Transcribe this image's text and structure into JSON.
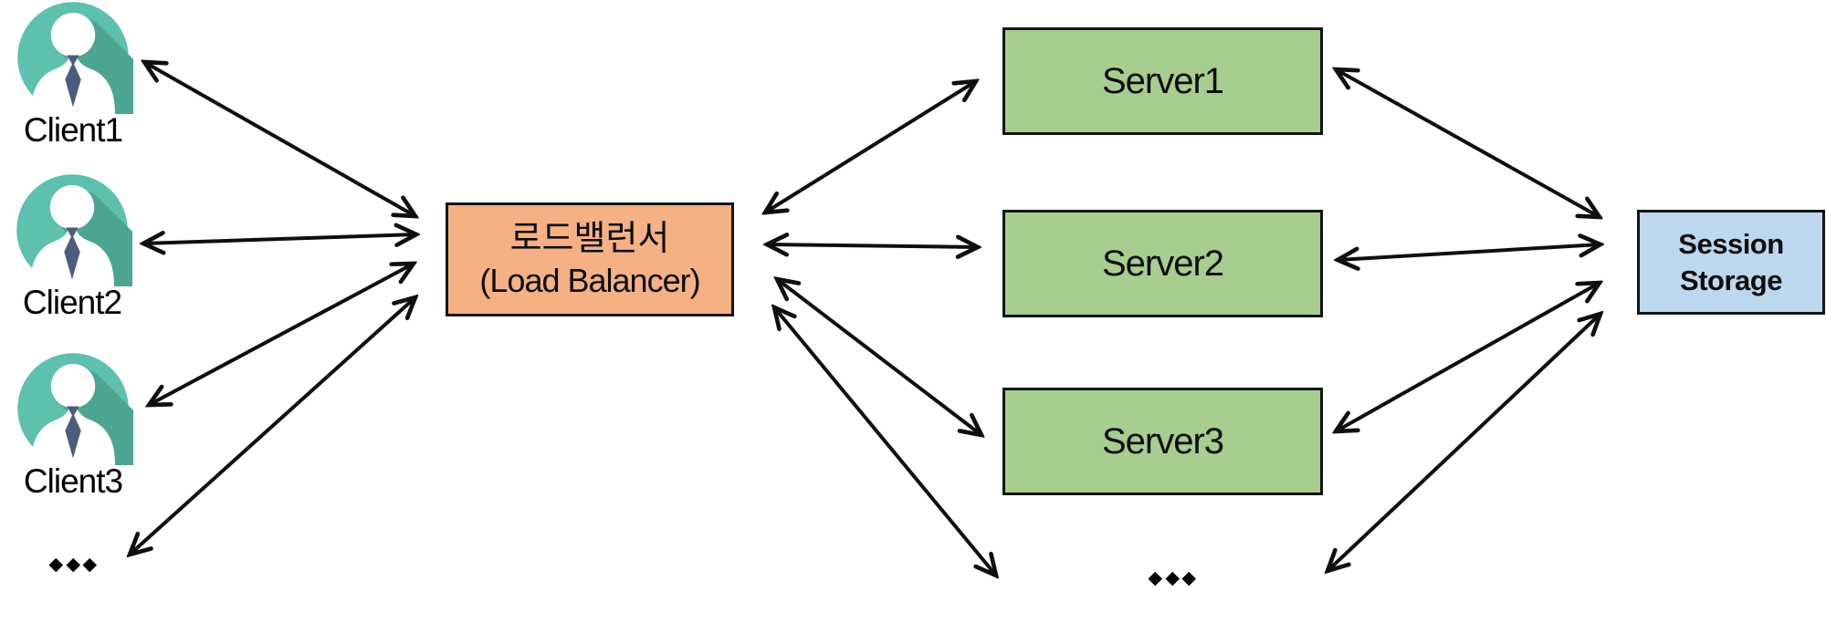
{
  "diagram": {
    "title_present": false,
    "clients": [
      {
        "id": "client1",
        "label": "Client1"
      },
      {
        "id": "client2",
        "label": "Client2"
      },
      {
        "id": "client3",
        "label": "Client3"
      }
    ],
    "clients_ellipsis": "...",
    "load_balancer": {
      "id": "load-balancer",
      "line1": "로드밸런서",
      "line2": "(Load Balancer)"
    },
    "servers": [
      {
        "id": "server1",
        "label": "Server1"
      },
      {
        "id": "server2",
        "label": "Server2"
      },
      {
        "id": "server3",
        "label": "Server3"
      }
    ],
    "servers_ellipsis": "...",
    "session_storage": {
      "id": "session-storage",
      "line1": "Session",
      "line2": "Storage"
    },
    "connections": [
      {
        "from": "client1",
        "to": "load-balancer",
        "bidirectional": true
      },
      {
        "from": "client2",
        "to": "load-balancer",
        "bidirectional": true
      },
      {
        "from": "client3",
        "to": "load-balancer",
        "bidirectional": true
      },
      {
        "from": "clients-more",
        "to": "load-balancer",
        "bidirectional": true
      },
      {
        "from": "load-balancer",
        "to": "server1",
        "bidirectional": true
      },
      {
        "from": "load-balancer",
        "to": "server2",
        "bidirectional": true
      },
      {
        "from": "load-balancer",
        "to": "server3",
        "bidirectional": true
      },
      {
        "from": "load-balancer",
        "to": "servers-more",
        "bidirectional": true
      },
      {
        "from": "server1",
        "to": "session-storage",
        "bidirectional": true
      },
      {
        "from": "server2",
        "to": "session-storage",
        "bidirectional": true
      },
      {
        "from": "server3",
        "to": "session-storage",
        "bidirectional": true
      },
      {
        "from": "servers-more",
        "to": "session-storage",
        "bidirectional": true
      }
    ],
    "colors": {
      "load_balancer_fill": "#F5B183",
      "server_fill": "#A7CE8E",
      "session_storage_fill": "#BDD7EE",
      "client_icon": "#5EC0AE",
      "client_icon_shadow": "#4CA593",
      "client_tie": "#4C5D7C",
      "border": "#141414",
      "arrow": "#0f0f0f",
      "text": "#000000"
    }
  }
}
